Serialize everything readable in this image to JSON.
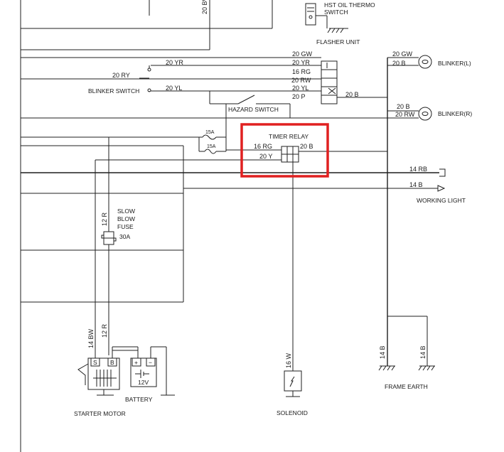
{
  "components": {
    "hst_oil_thermo_switch_l1": "HST OIL THERMO",
    "hst_oil_thermo_switch_l2": "SWITCH",
    "flasher_unit": "FLASHER UNIT",
    "blinker_switch": "BLINKER SWITCH",
    "hazard_switch": "HAZARD SWITCH",
    "blinker_l": "BLINKER(L)",
    "blinker_r": "BLINKER(R)",
    "timer_relay": "TIMER RELAY",
    "working_light": "WORKING LIGHT",
    "slow_blow_fuse_l1": "SLOW",
    "slow_blow_fuse_l2": "BLOW",
    "slow_blow_fuse_l3": "FUSE",
    "fuse_rating": "30A",
    "fuse_15a_1": "15A",
    "fuse_15a_2": "15A",
    "starter_motor": "STARTER MOTOR",
    "battery": "BATTERY",
    "battery_voltage": "12V",
    "solenoid": "SOLENOID",
    "frame_earth": "FRAME EARTH",
    "starter_terminal_s": "S",
    "starter_terminal_b": "B",
    "battery_plus": "+",
    "battery_minus": "−"
  },
  "wires": {
    "top_20bw": "20 BW",
    "gw_1": "20 GW",
    "gw_2": "20 GW",
    "yr_1": "20 YR",
    "yr_2": "20 YR",
    "ry": "20 RY",
    "rg_16_1": "16 RG",
    "rw_1": "20 RW",
    "rw_2": "20 RW",
    "yl_1": "20 YL",
    "yl_2": "20 YL",
    "p_20": "20 P",
    "b_20_flasher": "20 B",
    "b_20_blinker_l": "20 B",
    "b_20_blinker_r": "20 B",
    "rg_16_relay": "16 RG",
    "b_20_relay": "20 B",
    "y_20_relay": "20 Y",
    "rb_14": "14 RB",
    "b_14_light": "14 B",
    "r_12_fuse": "12 R",
    "r_12_starter": "12 R",
    "bw_14": "14 BW",
    "w_16": "16 W",
    "b_14_earth_1": "14 B",
    "b_14_earth_2": "14 B"
  },
  "colors": {
    "highlight": "#e02020",
    "wire": "#1f1f1f"
  }
}
